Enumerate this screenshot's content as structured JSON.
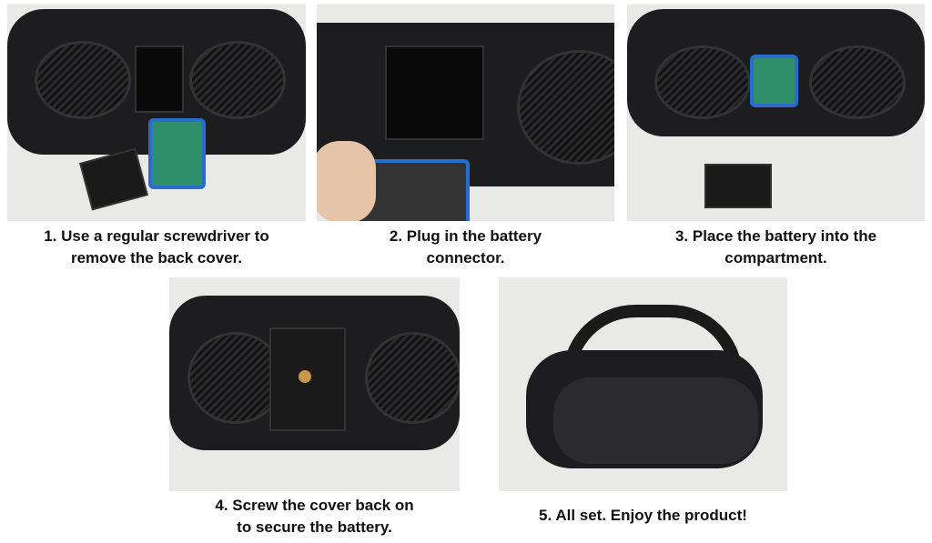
{
  "steps": [
    {
      "number": "1.",
      "line1": "1. Use a regular screwdriver to",
      "line2": "remove the back cover."
    },
    {
      "number": "2.",
      "line1": "2. Plug in the battery",
      "line2": "connector."
    },
    {
      "number": "3.",
      "line1": "3. Place the battery into the",
      "line2": "compartment."
    },
    {
      "number": "4.",
      "line1": "4. Screw the cover back on",
      "line2": "to secure the battery."
    },
    {
      "number": "5.",
      "line1": "5. All set. Enjoy the product!"
    }
  ]
}
